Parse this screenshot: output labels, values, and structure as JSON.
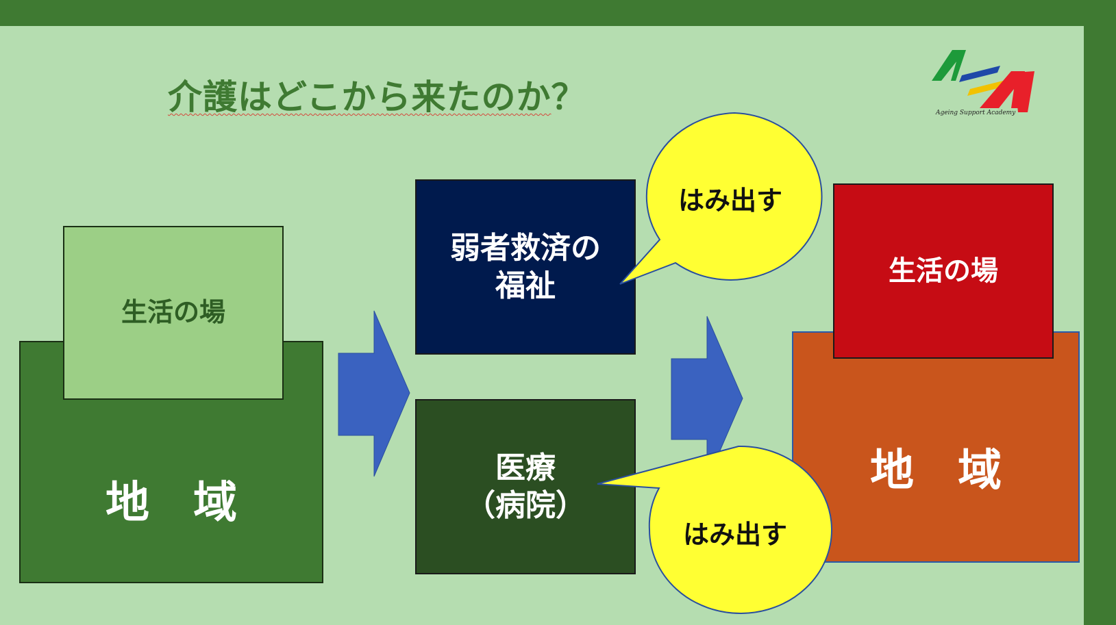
{
  "title": {
    "main": "介護はどこから来たのか",
    "suffix": "？"
  },
  "left": {
    "top_label": "生活の場",
    "bottom_label": "地　域"
  },
  "middle": {
    "welfare_label": "弱者救済の\n福祉",
    "medical_label": "医療\n（病院）"
  },
  "right": {
    "top_label": "生活の場",
    "bottom_label": "地　域"
  },
  "bubbles": {
    "upper": "はみ出す",
    "lower": "はみ出す"
  },
  "logo": {
    "caption": "Ageing Support Academy"
  },
  "colors": {
    "background": "#b5ddb0",
    "frame": "#3f7a32",
    "arrow": "#3a62c0",
    "bubble": "#ffff33",
    "welfare": "#001a4d",
    "medical": "#2b4e22",
    "right_top": "#c60c14",
    "right_bottom": "#c9551c"
  }
}
